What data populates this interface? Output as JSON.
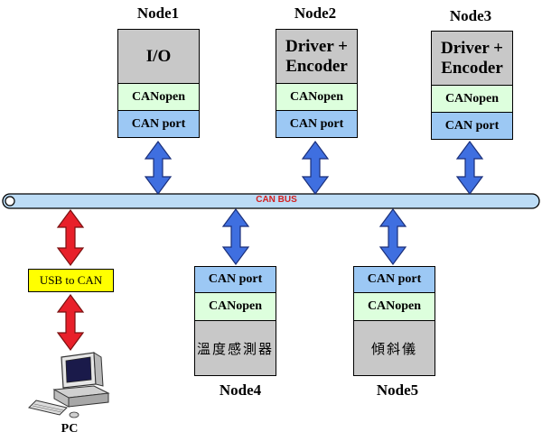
{
  "bus": {
    "label": "CAN BUS"
  },
  "nodes": [
    {
      "name": "Node1",
      "top": "I/O",
      "mid": "CANopen",
      "port": "CAN port"
    },
    {
      "name": "Node2",
      "top_line1": "Driver +",
      "top_line2": "Encoder",
      "mid": "CANopen",
      "port": "CAN port"
    },
    {
      "name": "Node3",
      "top_line1": "Driver +",
      "top_line2": "Encoder",
      "mid": "CANopen",
      "port": "CAN port"
    },
    {
      "name": "Node4",
      "port": "CAN port",
      "mid": "CANopen",
      "bottom": "溫度感測器"
    },
    {
      "name": "Node5",
      "port": "CAN port",
      "mid": "CANopen",
      "bottom": "傾斜儀"
    }
  ],
  "adapter": {
    "label": "USB to CAN"
  },
  "pc": {
    "label": "PC"
  },
  "colors": {
    "bus_fill": "#bcdcf6",
    "blue_arrow": "#3f6fe0",
    "red_arrow": "#e8202a",
    "adapter_fill": "#ffff00"
  }
}
